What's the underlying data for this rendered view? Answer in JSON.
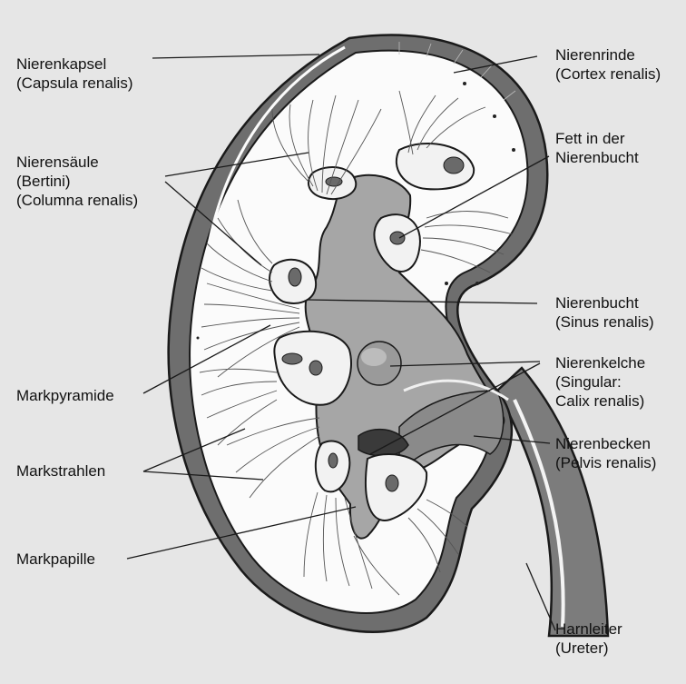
{
  "labels": {
    "nierenkapsel": [
      "Nierenkapsel",
      "(Capsula renalis)"
    ],
    "nierenrinde": [
      "Nierenrinde",
      "(Cortex renalis)"
    ],
    "nierensaeule": [
      "Nierensäule",
      "(Bertini)",
      "(Columna renalis)"
    ],
    "fett": [
      "Fett in der",
      "Nierenbucht"
    ],
    "nierenbucht": [
      "Nierenbucht",
      "(Sinus renalis)"
    ],
    "markpyramide": [
      "Markpyramide"
    ],
    "nierenkelche": [
      "Nierenkelche",
      "(Singular:",
      "Calix renalis)"
    ],
    "markstrahlen": [
      "Markstrahlen"
    ],
    "nierenbecken": [
      "Nierenbecken",
      "(Pelvis renalis)"
    ],
    "markpapille": [
      "Markpapille"
    ],
    "harnleiter": [
      "Harnleiter",
      "(Ureter)"
    ]
  },
  "colors": {
    "background": "#e6e6e6",
    "capsule": "#6e6e6e",
    "cortex": "#fbfbfb",
    "sinus": "#a6a6a6",
    "pelvis": "#8a8a8a",
    "fat": "#f2f2f2",
    "vessel": "#6a6a6a",
    "line": "#1a1a1a"
  }
}
